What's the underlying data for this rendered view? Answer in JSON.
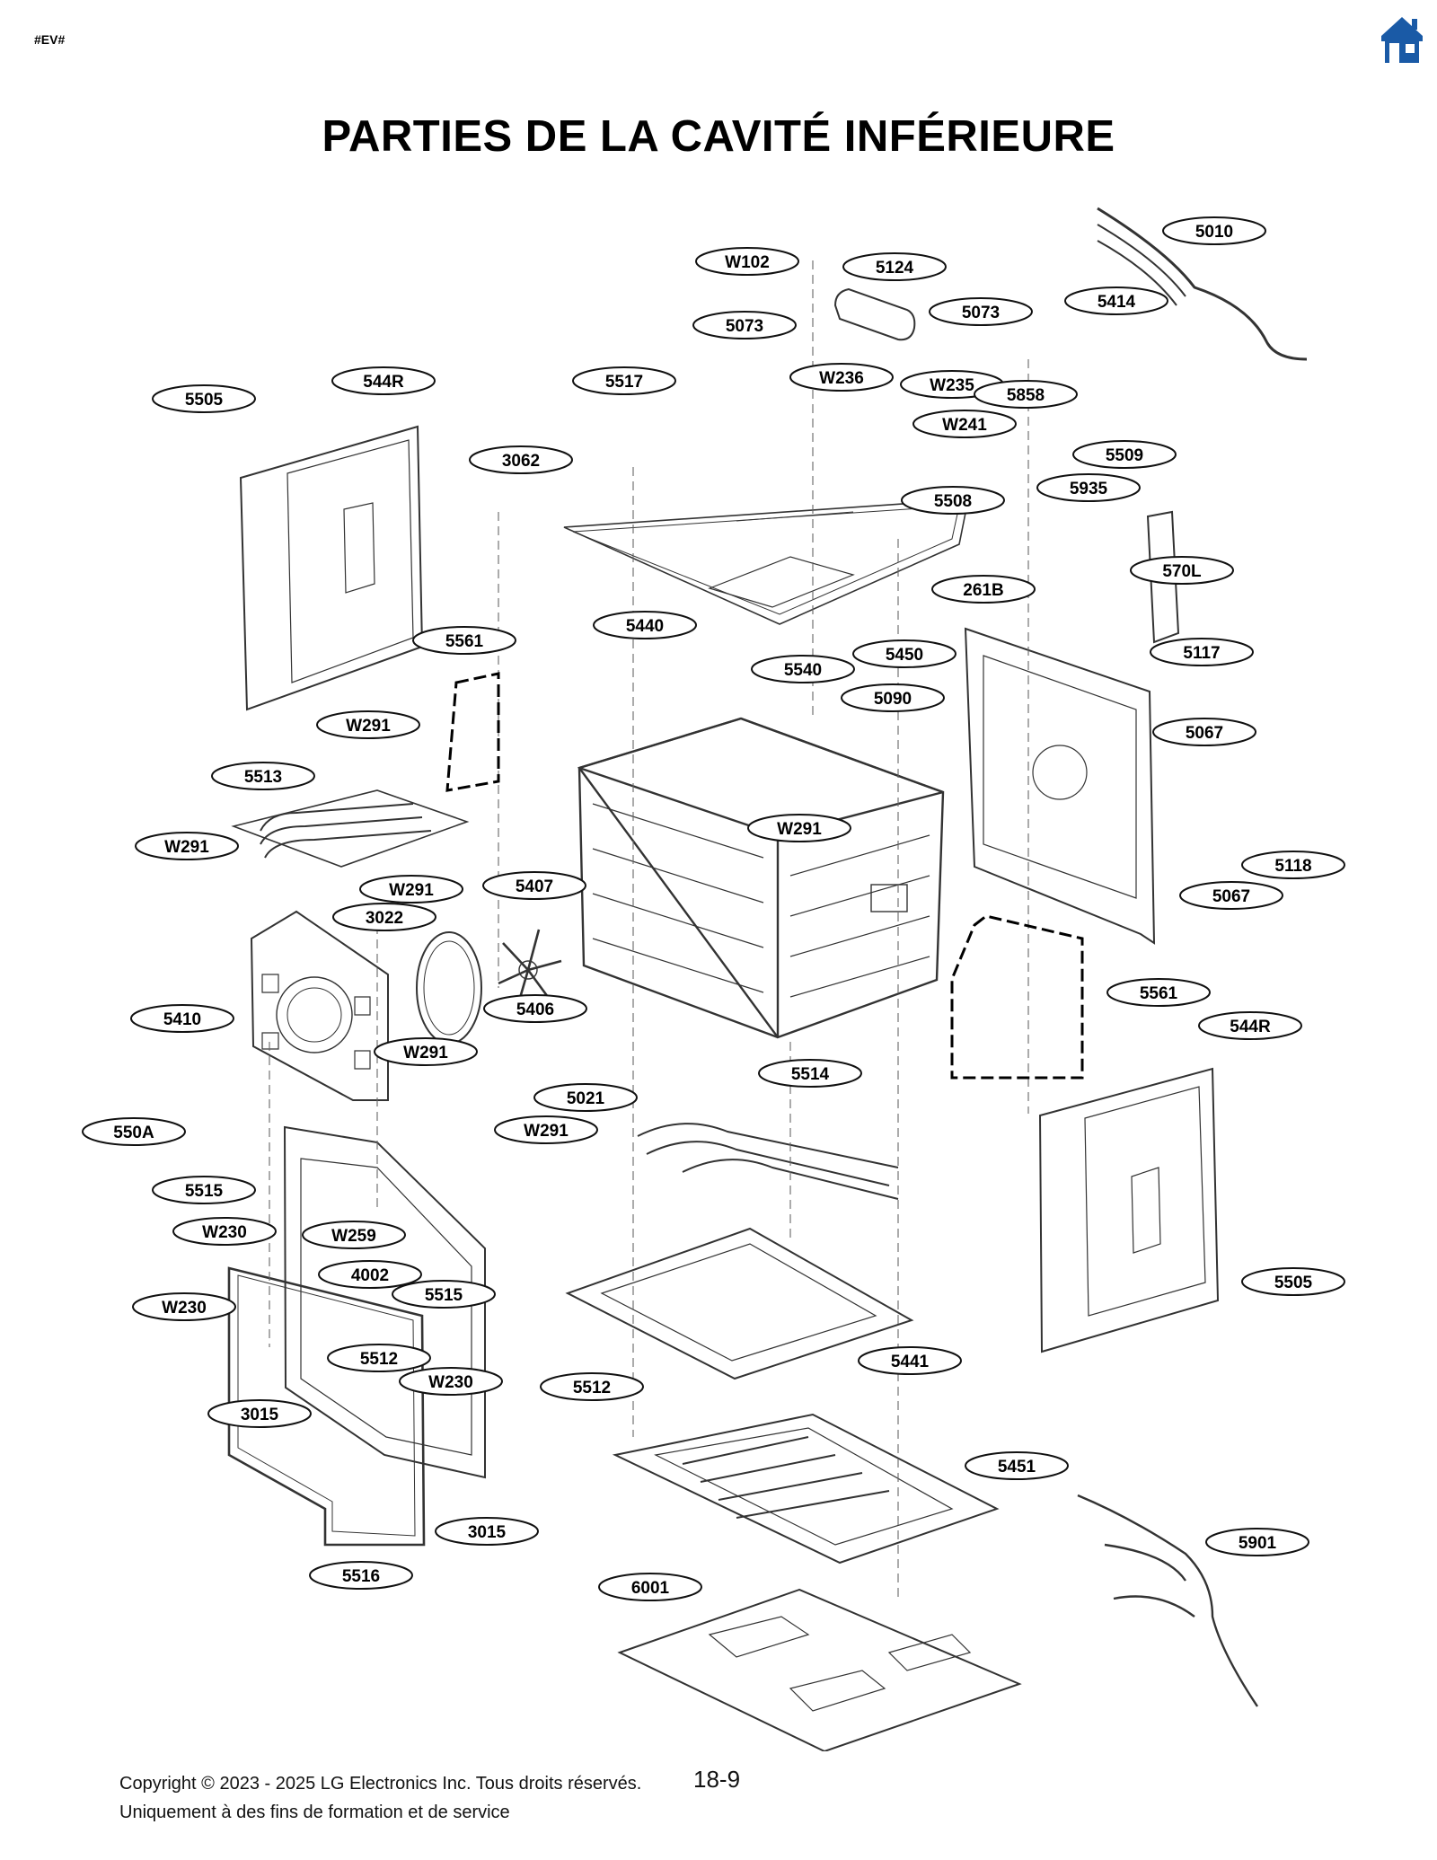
{
  "header": {
    "tag": "#EV#",
    "home_icon": "home-icon",
    "home_color": "#1a5aa6"
  },
  "page": {
    "title": "PARTIES DE LA CAVITÉ INFÉRIEURE",
    "page_number": "18-9"
  },
  "footer": {
    "copyright": "Copyright © 2023 - 2025 LG Electronics Inc. Tous droits réservés.",
    "notice": "Uniquement à des fins de formation et de service"
  },
  "callouts": [
    "5010",
    "W102",
    "5124",
    "5073",
    "5073",
    "5414",
    "5505",
    "544R",
    "5517",
    "W236",
    "W235",
    "5858",
    "W241",
    "5509",
    "3062",
    "5508",
    "5935",
    "570L",
    "261B",
    "5440",
    "5561",
    "5450",
    "5117",
    "5540",
    "5090",
    "5067",
    "W291",
    "5513",
    "W291",
    "5118",
    "W291",
    "5067",
    "W291",
    "5407",
    "3022",
    "5561",
    "5406",
    "5410",
    "W291",
    "544R",
    "5514",
    "5021",
    "W291",
    "550A",
    "5515",
    "W230",
    "W259",
    "4002",
    "5515",
    "5505",
    "W230",
    "5441",
    "5512",
    "W230",
    "5512",
    "3015",
    "5451",
    "3015",
    "5901",
    "5516",
    "6001"
  ]
}
